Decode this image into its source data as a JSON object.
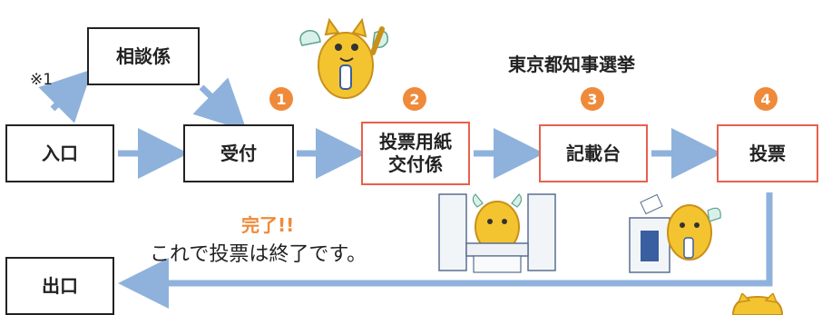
{
  "title": "東京都知事選挙",
  "note": "※1",
  "boxes": {
    "entrance": "入口",
    "consultation": "相談係",
    "reception": "受付",
    "ballot_issue": "投票用紙\n交付係",
    "writing_desk": "記載台",
    "vote": "投票",
    "exit": "出口"
  },
  "steps": [
    "1",
    "2",
    "3",
    "4"
  ],
  "complete": "完了!!",
  "complete_message": "これで投票は終了です。",
  "colors": {
    "arrow": "#8fb2dc",
    "badge": "#ef8a3a",
    "red_border": "#e8604c",
    "mascot": "#f4c430"
  }
}
